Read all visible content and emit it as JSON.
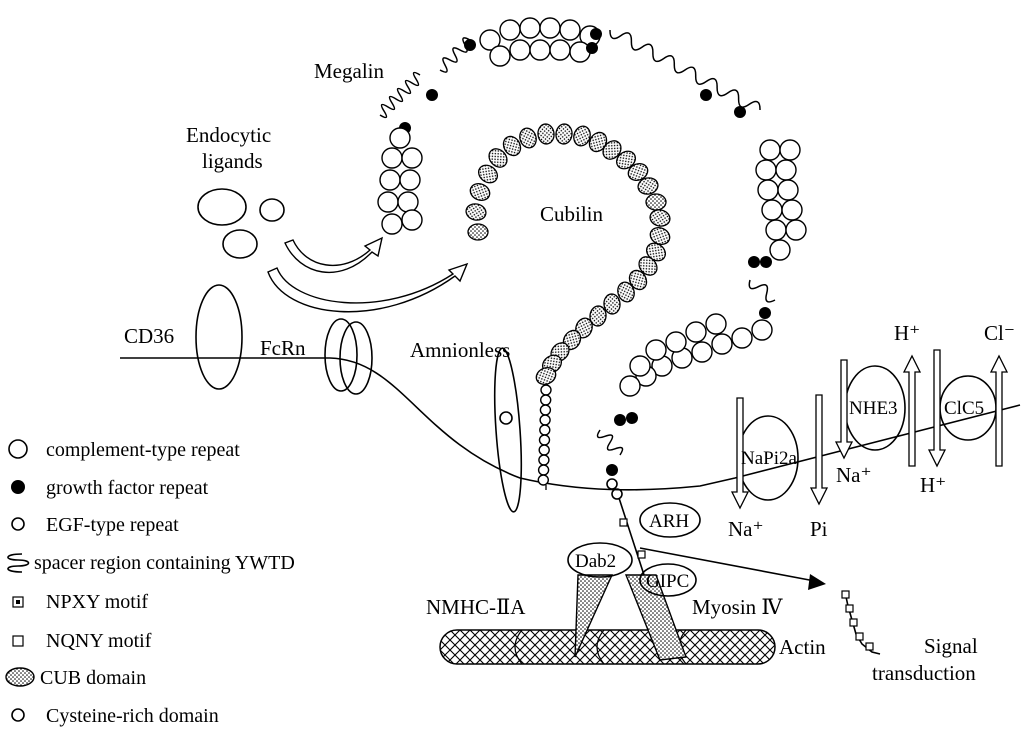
{
  "labels": {
    "megalin": "Megalin",
    "endocytic_ligands_line1": "Endocytic",
    "endocytic_ligands_line2": "ligands",
    "cubilin": "Cubilin",
    "cd36": "CD36",
    "fcrn": "FcRn",
    "amnionless": "Amnionless",
    "napi2a": "NaPi2a",
    "nhe3": "NHE3",
    "clc5": "ClC5",
    "h_plus_top": "H⁺",
    "cl_minus": "Cl⁻",
    "na_plus_right": "Na⁺",
    "h_plus_bottom": "H⁺",
    "na_plus_left": "Na⁺",
    "pi": "Pi",
    "arh": "ARH",
    "dab2": "Dab2",
    "gipc": "GIPC",
    "nmhc": "NMHC-ⅡA",
    "myosin": "Myosin Ⅳ",
    "signal_line1": "Signal",
    "signal_line2": "transduction",
    "actin": "Actin"
  },
  "legend": {
    "complement": "complement-type repeat",
    "growth_factor": "growth factor repeat",
    "egf": "EGF-type repeat",
    "spacer": "spacer region containing YWTD",
    "npxy": "NPXY motif",
    "nqny": "NQNY motif",
    "cub": "CUB domain",
    "cysteine": "Cysteine-rich domain"
  }
}
